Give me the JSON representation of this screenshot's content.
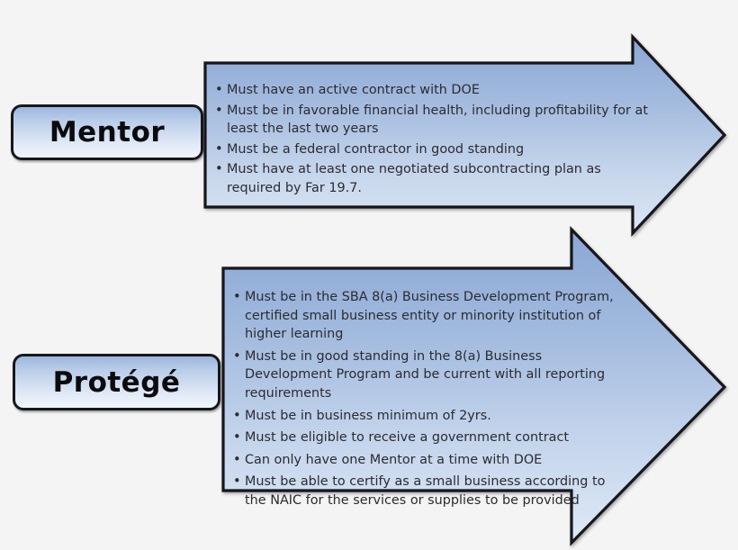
{
  "page": {
    "background_color": "#f4f4f4",
    "title": "Mentor and Protege eligibility requirements"
  },
  "palette": {
    "arrow_fill_top": "#8ba7d4",
    "arrow_fill_bottom": "#dde7f5",
    "arrow_stroke": "#17171c",
    "label_fill_top": "#9cb6de",
    "label_fill_bottom": "#f0f5fc",
    "label_stroke": "#17171c",
    "text_color": "#2b2b31"
  },
  "mentor": {
    "label": "Mentor",
    "arrow_name": "mentor-arrow",
    "bullets": [
      "Must have an active contract with DOE",
      "Must be in favorable financial health, including profitability for at least the last two years",
      "Must be a federal contractor in good standing",
      "Must have at least one negotiated subcontracting plan as required by Far 19.7."
    ]
  },
  "protege": {
    "label": "Protégé",
    "arrow_name": "protege-arrow",
    "bullets": [
      "Must be in the SBA 8(a) Business Development Program, certified small business entity or minority institution of higher learning",
      "Must be in good standing in the 8(a) Business Development Program and be current with all reporting requirements",
      "Must be in business  minimum of 2yrs.",
      "Must be eligible to receive a government  contract",
      "Can only have one Mentor at a time with DOE",
      "Must be able to certify as a small business according to the NAIC for the services or supplies to be provided"
    ]
  }
}
